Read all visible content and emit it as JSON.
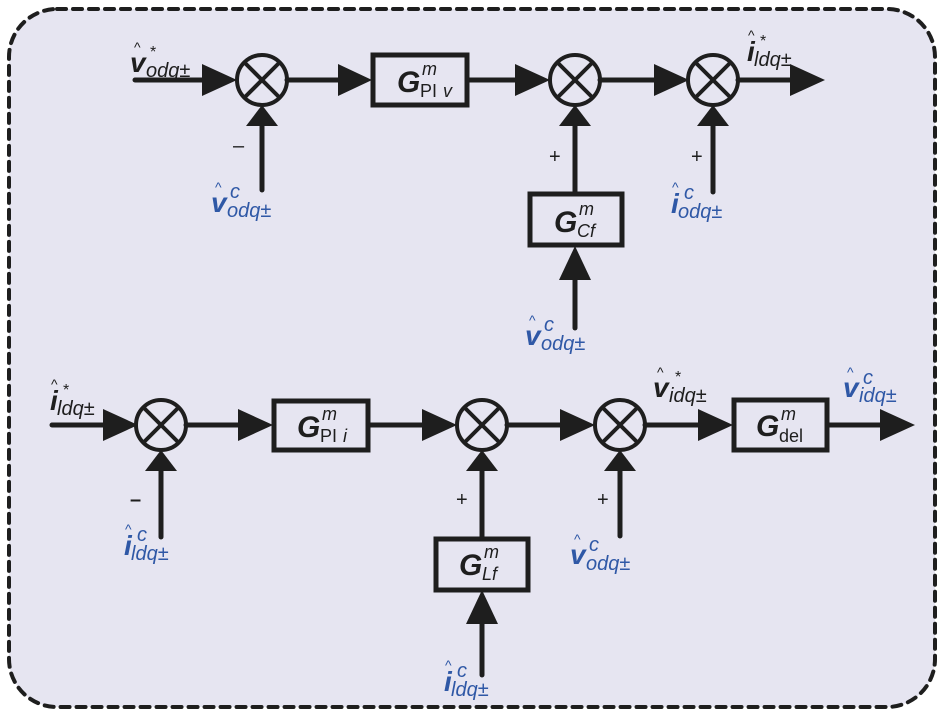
{
  "colors": {
    "background": "#e6e5f1",
    "line": "#1e1e1e",
    "feedback_signal": "#2f58a6"
  },
  "top_loop": {
    "input": {
      "base": "v",
      "sup": "*",
      "sub": "odq±"
    },
    "sum1_feedback": {
      "base": "v",
      "sup": "c",
      "sub": "odq±",
      "sign": "–"
    },
    "block_pi": {
      "base": "G",
      "sup": "m",
      "sub_upright": "PI",
      "sub_italic": "v"
    },
    "sum2_feedforward_sign": "+",
    "block_cf": {
      "base": "G",
      "sup": "m",
      "sub_italic": "Cf"
    },
    "cf_input": {
      "base": "v",
      "sup": "c",
      "sub": "odq±"
    },
    "sum3_input": {
      "base": "i",
      "sup": "c",
      "sub": "odq±",
      "sign": "+"
    },
    "output": {
      "base": "i",
      "sup": "*",
      "sub": "ldq±"
    }
  },
  "bottom_loop": {
    "input": {
      "base": "i",
      "sup": "*",
      "sub": "ldq±"
    },
    "sum1_feedback": {
      "base": "i",
      "sup": "c",
      "sub": "ldq±",
      "sign": "–"
    },
    "block_pi": {
      "base": "G",
      "sup": "m",
      "sub_upright": "PI",
      "sub_italic": "i"
    },
    "sum2_feedforward_sign": "+",
    "block_lf": {
      "base": "G",
      "sup": "m",
      "sub_italic": "Lf"
    },
    "lf_input": {
      "base": "i",
      "sup": "c",
      "sub": "ldq±"
    },
    "sum3_input": {
      "base": "v",
      "sup": "c",
      "sub": "odq±",
      "sign": "+"
    },
    "mid_signal": {
      "base": "v",
      "sup": "*",
      "sub": "idq±"
    },
    "block_del": {
      "base": "G",
      "sup": "m",
      "sub_upright": "del"
    },
    "output": {
      "base": "v",
      "sup": "c",
      "sub": "idq±"
    }
  }
}
